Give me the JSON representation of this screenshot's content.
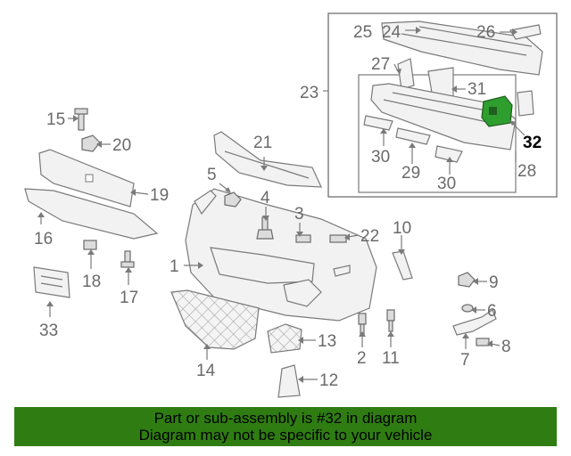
{
  "diagram": {
    "callouts": {
      "c1": "1",
      "c2": "2",
      "c3": "3",
      "c4": "4",
      "c5": "5",
      "c6": "6",
      "c7": "7",
      "c8": "8",
      "c9": "9",
      "c10": "10",
      "c11": "11",
      "c12": "12",
      "c13": "13",
      "c14": "14",
      "c15": "15",
      "c16": "16",
      "c17": "17",
      "c18": "18",
      "c19": "19",
      "c20": "20",
      "c21": "21",
      "c22": "22",
      "c23": "23",
      "c24": "24",
      "c25": "25",
      "c26": "26",
      "c27": "27",
      "c28": "28",
      "c29": "29",
      "c30a": "30",
      "c30b": "30",
      "c31": "31",
      "c32": "32",
      "c33": "33"
    },
    "highlight_color": "#2e9e2e"
  },
  "banner": {
    "line1": "Part or sub-assembly is #32 in diagram",
    "line2": "Diagram may not be specific to your vehicle",
    "background": "#2f7d12"
  }
}
